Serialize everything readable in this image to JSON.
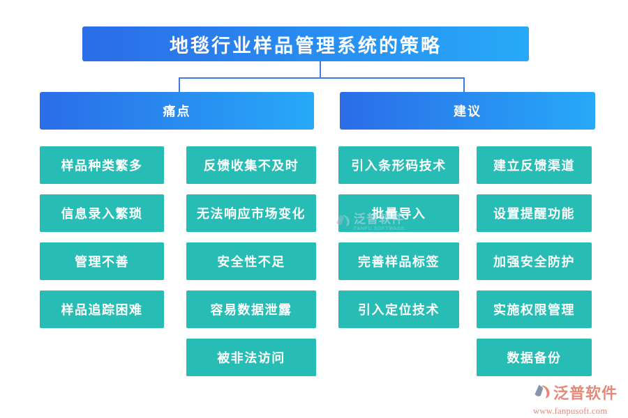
{
  "title": "地毯行业样品管理系统的策略",
  "branches": [
    {
      "label": "痛点",
      "columns": [
        {
          "items": [
            "样品种类繁多",
            "信息录入繁琐",
            "管理不善",
            "样品追踪困难"
          ]
        },
        {
          "items": [
            "反馈收集不及时",
            "无法响应市场变化",
            "安全性不足",
            "容易数据泄露",
            "被非法访问"
          ]
        }
      ]
    },
    {
      "label": "建议",
      "columns": [
        {
          "items": [
            "引入条形码技术",
            "批量导入",
            "完善样品标签",
            "引入定位技术"
          ]
        },
        {
          "items": [
            "建立反馈渠道",
            "设置提醒功能",
            "加强安全防护",
            "实施权限管理",
            "数据备份"
          ]
        }
      ]
    }
  ],
  "watermark_center": {
    "brand": "泛普软件",
    "sub": "FANPU SOFTWARE"
  },
  "watermark_corner": {
    "brand": "泛普软件",
    "url": "www.fanpusoft.com"
  },
  "colors": {
    "bar_gradient_start": "#2b6de8",
    "bar_gradient_end": "#27a9f8",
    "node_teal": "#28bdb4",
    "connector_blue": "#3e7be0",
    "watermark_salmon": "#e5897b",
    "watermark_center_gray": "#cfdbeb",
    "text_white": "#ffffff"
  }
}
